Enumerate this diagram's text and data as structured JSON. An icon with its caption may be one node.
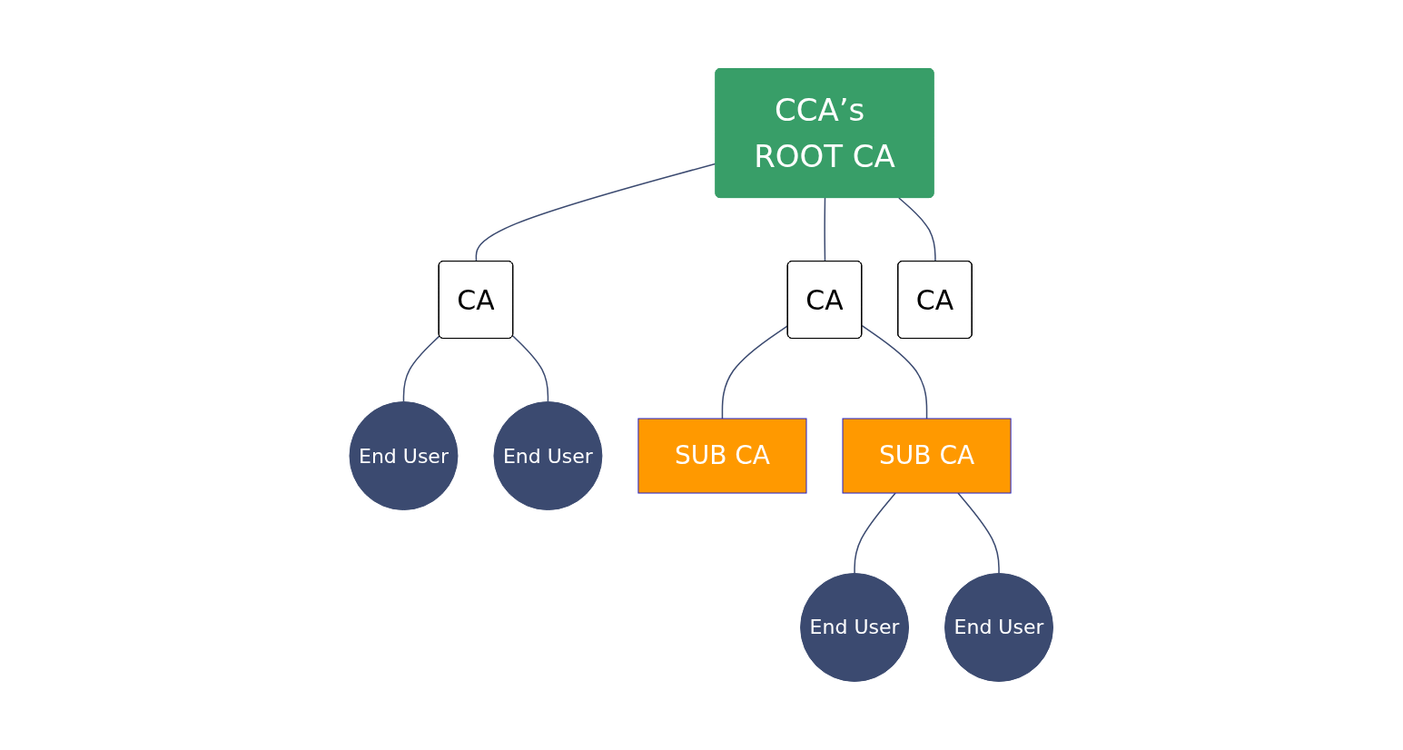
{
  "diagram": {
    "nodes": [
      {
        "text": [
          "CCA’s ROOT CA"
        ]
      },
      {
        "text": [
          "CA"
        ]
      },
      {
        "text": [
          "CA"
        ]
      },
      {
        "text": [
          "CA"
        ]
      },
      {
        "text": [
          "End User"
        ]
      },
      {
        "text": [
          "End User"
        ]
      },
      {
        "text": [
          "SUB CA"
        ]
      },
      {
        "text": [
          "SUB CA"
        ]
      },
      {
        "text": [
          "End User"
        ]
      },
      {
        "text": [
          "End User"
        ]
      }
    ],
    "edges": [
      {
        "from": 0,
        "to": 1,
        "arrow": "none"
      },
      {
        "from": 0,
        "to": 2,
        "arrow": "none"
      },
      {
        "from": 0,
        "to": 3,
        "arrow": "none"
      },
      {
        "from": 1,
        "to": 4,
        "arrow": "none"
      },
      {
        "from": 1,
        "to": 5,
        "arrow": "none"
      },
      {
        "from": 2,
        "to": 6,
        "arrow": "none"
      },
      {
        "from": 2,
        "to": 7,
        "arrow": "none"
      },
      {
        "from": 7,
        "to": 8,
        "arrow": "none"
      },
      {
        "from": 7,
        "to": 9,
        "arrow": "none"
      }
    ]
  }
}
